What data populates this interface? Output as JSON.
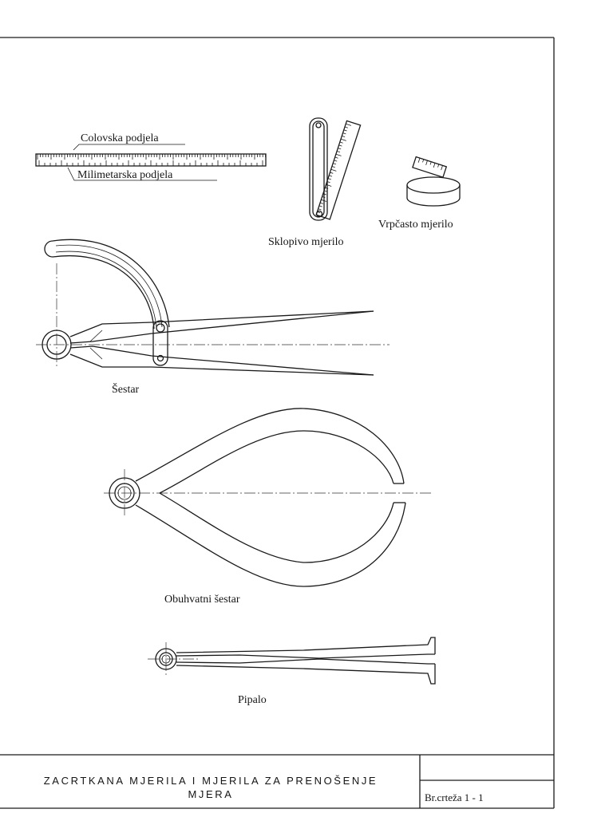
{
  "labels": {
    "colovska": "Colovska podjela",
    "milimetarska": "Milimetarska podjela",
    "sklopivo": "Sklopivo mjerilo",
    "vrpcasto": "Vrpčasto mjerilo",
    "sestar": "Šestar",
    "obuhvatni": "Obuhvatni šestar",
    "pipalo": "Pipalo"
  },
  "title_block": {
    "title_line1": "ZACRTKANA MJERILA I MJERILA ZA PRENOŠENJE",
    "title_line2": "MJERA",
    "drawing_number": "Br.crteža 1 - 1"
  }
}
